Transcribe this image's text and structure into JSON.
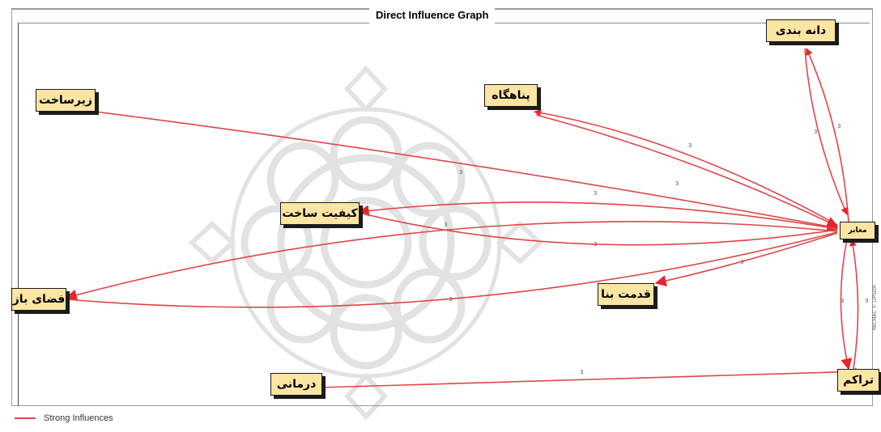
{
  "title": "Direct Influence Graph",
  "legend": {
    "label": "Strong Influences",
    "color": "#d24a4a"
  },
  "edge_label": "3",
  "nodes": {
    "daneh_bandi": "دانه بندی",
    "panahgah": "پناهگاه",
    "zirsakht": "زیرساخت",
    "keyfiat_sakht": "کیفیت ساخت",
    "maaber": "معابر",
    "fazaye_baz": "فضای باز",
    "ghedmat_bana": "قدمت بنا",
    "taraakom": "تراکم",
    "darmani": "درمانی"
  },
  "side_text": "MICMAC © LIPSOR",
  "colors": {
    "edge": "#e04545",
    "arrow": "#e8242a",
    "node_fill": "#fbe5a3"
  }
}
